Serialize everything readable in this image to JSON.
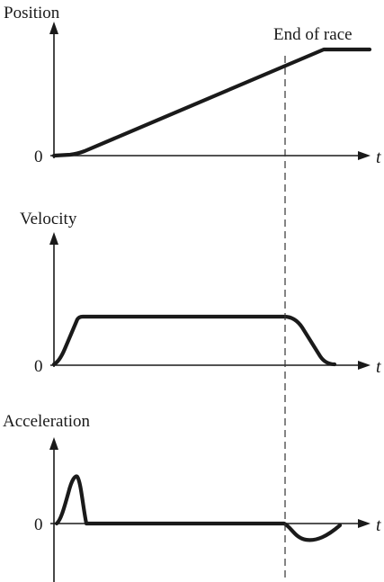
{
  "position_panel": {
    "ylabel": "Position",
    "zero_label": "0",
    "tlabel": "t",
    "annotation": "End of race"
  },
  "velocity_panel": {
    "ylabel": "Velocity",
    "zero_label": "0",
    "tlabel": "t"
  },
  "acceleration_panel": {
    "ylabel": "Acceleration",
    "zero_label": "0",
    "tlabel": "t"
  },
  "colors": {
    "ink": "#1a1a1a",
    "background": "#ffffff"
  }
}
